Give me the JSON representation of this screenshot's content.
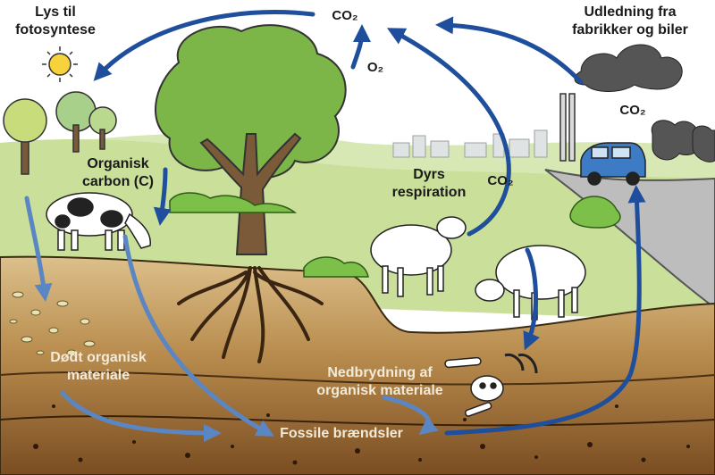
{
  "labels": {
    "light_for_photosynthesis": [
      "Lys til",
      "fotosyntese"
    ],
    "co2_top": "CO₂",
    "o2": "O₂",
    "emissions": [
      "Udledning fra",
      "fabrikker og biler"
    ],
    "co2_factory": "CO₂",
    "organic_carbon": [
      "Organisk",
      "carbon (C)"
    ],
    "animal_respiration": [
      "Dyrs",
      "respiration"
    ],
    "co2_animals": "CO₂",
    "dead_organic_matter": [
      "Dødt organisk",
      "materiale"
    ],
    "decomposition": [
      "Nedbrydning af",
      "organisk materiale"
    ],
    "fossil_fuels": "Fossile brændsler"
  },
  "colors": {
    "arrow_blue": "#1f4f9c",
    "arrow_light_blue": "#5b86c4",
    "sky": "#ffffff",
    "grass": "#c9df9a",
    "soil_top": "#d9b87a",
    "soil_deep": "#8a5a2a",
    "sun": "#f7d23a",
    "smoke": "#555555"
  }
}
